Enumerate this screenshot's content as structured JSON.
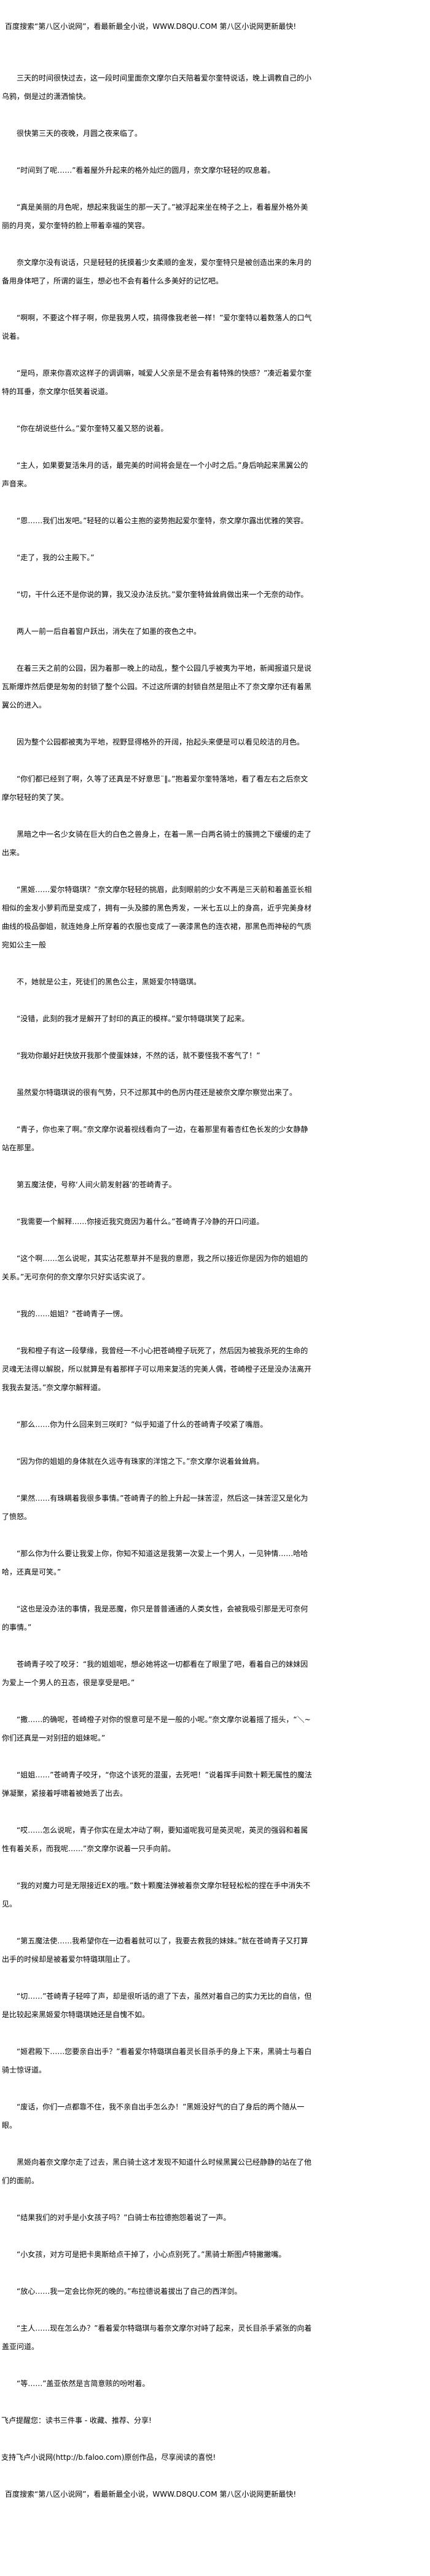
{
  "banner": "百度搜索“第八区小说网”，看最新最全小说，WWW.D8QU.COM   第八区小说网更新最快!",
  "paragraphs": [
    "三天的时间很快过去，这一段时间里面奈文摩尔白天陪着爱尔奎特说话，晚上调教自己的小乌鸦，倒是过的潇洒愉快。",
    "很快第三天的夜晚，月圆之夜来临了。",
    "“时间到了呢……”看着屋外升起来的格外灿烂的圆月，奈文摩尔轻轻的叹息着。",
    "“真是美丽的月色呢，想起来我诞生的那一天了。”被浮起来坐在椅子之上，看着屋外格外美丽的月亮，爱尔奎特的脸上带着幸福的笑容。",
    "奈文摩尔没有说话，只是轻轻的抚摸着少女柔顺的金发，爱尔奎特只是被创造出来的朱月的备用身体吧了，所谓的诞生，想必也不会有着什么多美好的记忆吧。",
    "“啊啊，不要这个样子啊，你是我男人哎，搞得像我老爸一样！”爱尔奎特以着数落人的口气说着。",
    "“是吗，原来你喜欢这样子的调调嘛，喊爱人父亲是不是会有着特殊的快感？”凑近着爱尔奎特的耳垂，奈文摩尔低笑着说道。",
    "“你在胡说些什么。”爱尔奎特又羞又怒的说着。",
    "“主人，如果要复活朱月的话，最完美的时间将会是在一个小时之后。”身后响起来黑翼公的声音来。",
    "“恩……我们出发吧。”轻轻的以着公主抱的姿势抱起爱尔奎特，奈文摩尔露出优雅的笑容。",
    "“走了，我的公主殿下。”",
    "“切，干什么还不是你说的算，我又没办法反抗。”爱尔奎特耸耸肩做出来一个无奈的动作。",
    "两人一前一后自着窗户跃出，消失在了如墨的夜色之中。",
    "在着三天之前的公园，因为着那一晚上的动乱，整个公园几乎被夷为平地，新闻报道只是说瓦斯爆炸然后便是匆匆的封锁了整个公园。不过这所谓的封锁自然是阻止不了奈文摩尔还有着黑翼公的进入。",
    "因为整个公园都被夷为平地，视野显得格外的开阔，抬起头来便是可以看见皎洁的月色。",
    "“你们都已经到了啊，久等了还真是不好意思¨‖。”抱着爱尔奎特落地，看了看左右之后奈文摩尔轻轻的笑了笑。",
    "黑暗之中一名少女骑在巨大的白色之兽身上，在着一黑一白两名骑士的簇拥之下缓缓的走了出来。",
    "“黑姬……爱尔特璐琪？”奈文摩尔轻轻的挑眉，此刻眼前的少女不再是三天前和着盖亚长相相似的金发小萝莉而是变成了，拥有一头及膝的黑色秀发，一米七五以上的身高，近乎完美身材曲线的极品御姐，就连她身上所穿着的衣服也变成了一袭漆黑色的连衣裙，那黑色而神秘的气质宛如公主一般",
    "不，她就是公主，死徒们的黑色公主，黑姬爱尔特璐琪。",
    "“没错，此刻的我才是解开了封印的真正的模样。”爱尔特璐琪笑了起来。",
    "“我劝你最好赶快放开我那个傻蛋妹妹，不然的话，就不要怪我不客气了！”",
    "虽然爱尔特璐琪说的很有气势，只不过那其中的色厉内荏还是被奈文摩尔察觉出来了。",
    "“青子，你也来了啊。”奈文摩尔说着视线看向了一边，在着那里有着杏红色长发的少女静静站在那里。",
    "第五魔法使，号称‘人间火箭发射器’的苍崎青子。",
    "“我需要一个解释……你接近我究竟因为着什么。”苍崎青子冷静的开口问道。",
    "“这个啊……怎么说呢，其实沾花惹草并不是我的意愿，我之所以接近你是因为你的姐姐的关系。”无可奈何的奈文摩尔只好实话实说了。",
    "“我的……姐姐？”苍崎青子一愣。",
    "“我和橙子有这一段孽缘，我曾经一不小心把苍崎橙子玩死了，然后因为被我杀死的生命的灵魂无法得以解脱，所以就算是有着那样子可以用来复活的完美人偶，苍崎橙子还是没办法离开我我去复活。”奈文摩尔解释道。",
    "“那么……你为什么回来到三咲町？”似乎知道了什么的苍崎青子咬紧了嘴唇。",
    "“因为你的姐姐的身体就在久远寺有珠家的洋馆之下。”奈文摩尔说着耸耸肩。",
    "“果然……有珠瞒着我很多事情。”苍崎青子的脸上升起一抹苦涩，然后这一抹苦涩又是化为了愤怒。",
    "“那么你为什么要让我爱上你，你知不知道这是我第一次爱上一个男人，一见钟情……哈哈哈，还真是可笑。”",
    "“这也是没办法的事情，我是恶魔，你只是普普通通的人类女性，会被我吸引那是无可奈何的事情。”",
    "苍崎青子咬了咬牙：“我的姐姐呢，想必她将这一切都看在了眼里了吧，看着自己的妹妹因为爱上一个男人的丑态，很是享受是吧。”",
    "“撒……的确呢，苍崎橙子对你的恨意可是不是一般的小呢。”奈文摩尔说着摇了摇头，“＼~你们还真是一对别扭的姐妹呢。”",
    "“姐姐……”苍崎青子咬牙，“你这个该死的混蛋，去死吧！”说着挥手间数十颗无属性的魔法弹凝聚，紧接着呼啸着被她丢了出去。",
    "“哎……怎么说呢，青子你实在是太冲动了啊，要知道呢我可是英灵呢，英灵的强弱和着属性有着关系，而我呢……”奈文摩尔说着一只手向前。",
    "“我的对魔力可是无限接近EX的哦。”数十颗魔法弹被着奈文摩尔轻轻松松的捏在手中消失不见。",
    "“第五魔法使……我希望你在一边看着就可以了，我要去救我的妹妹。”就在苍崎青子又打算出手的时候却是被着爱尔特璐琪阻止了。",
    "“切……”苍崎青子轻啐了声，却是很听话的退了下去，虽然对着自己的实力无比的自信，但是比较起来黑姬爱尔特璐琪她还是自愧不如。",
    "“姬君殿下……您要亲自出手？”看着爱尔特璐琪自着灵长目杀手的身上下来，黑骑士与着白骑士惊讶道。",
    "“废话，你们一点都靠不住，我不亲自出手怎么办！”黑姬没好气的白了身后的两个随从一眼。",
    "黑姬向着奈文摩尔走了过去，黑白骑士这才发现不知道什么时候黑翼公已经静静的站在了他们的面前。",
    "“结果我们的对手是小女孩子吗？”白骑士布拉德抱怨着说了一声。",
    "“小女孩，对方可是把卡奥斯给点干掉了，小心点别死了。”黑骑士斯图卢特撇撇嘴。",
    "“放心……我一定会比你死的晚的。”布拉德说着拔出了自己的西洋剑。",
    "“主人……现在怎么办？”看着爱尔特璐琪与着奈文摩尔对峙了起来，灵长目杀手紧张的向着盖亚问道。",
    "“等……”盖亚依然是言简意赅的吩咐着。"
  ],
  "footer": {
    "reminder": "飞卢提醒您：读书三件事 - 收藏、推荐、分享!",
    "support": "支持飞卢小说网(http://b.faloo.com)原创作品，尽享阅读的喜悦!",
    "banner": "百度搜索“第八区小说网”，看最新最全小说，WWW.D8QU.COM   第八区小说网更新最快!"
  }
}
